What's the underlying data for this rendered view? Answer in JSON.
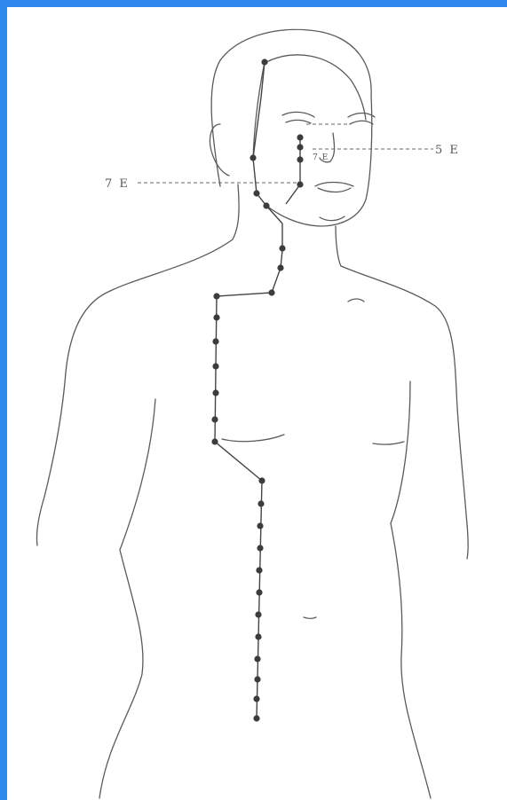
{
  "labels": {
    "right": "5 E",
    "left": "7 E",
    "mid": "7 E"
  },
  "colors": {
    "border": "#2f88ee",
    "background": "#ffffff",
    "line": "#5a5a5a",
    "point": "#3c3c3c"
  }
}
